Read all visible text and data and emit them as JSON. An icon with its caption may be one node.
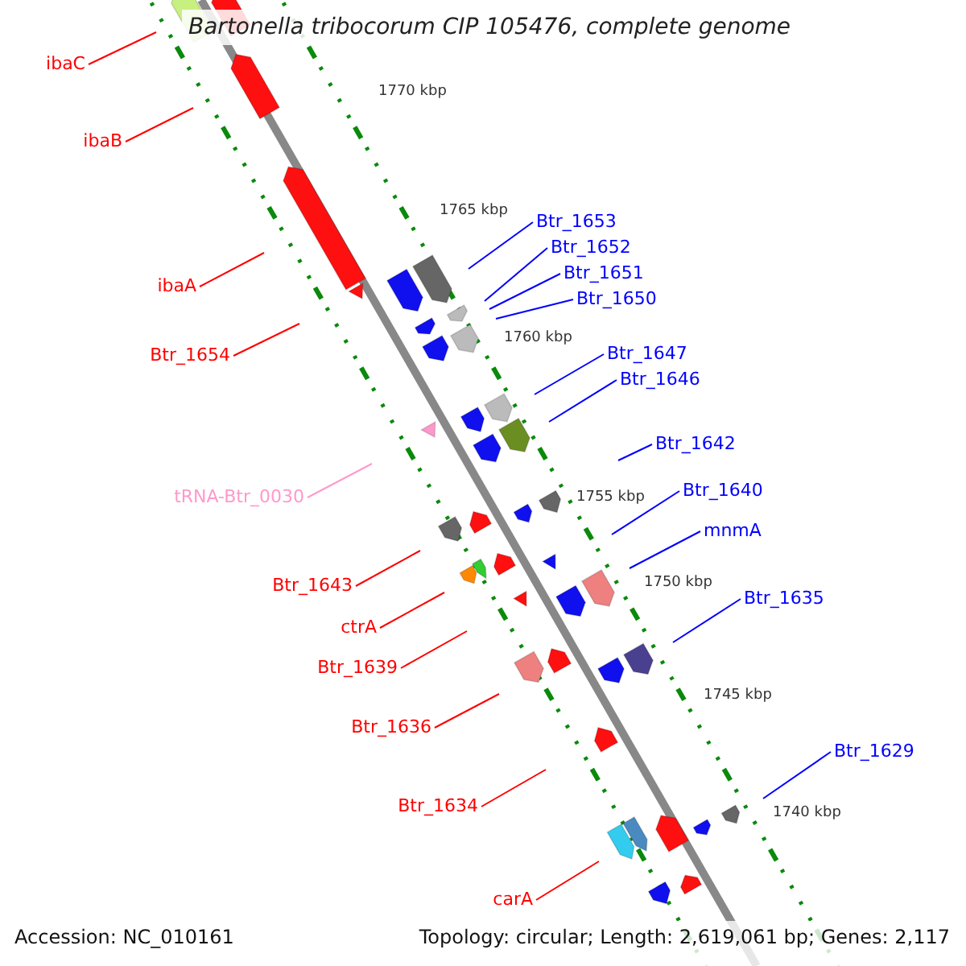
{
  "diagram": {
    "title": "Bartonella tribocorum CIP 105476, complete genome",
    "nodes": [
      {
        "text": [
          "ibaC"
        ]
      },
      {
        "text": [
          "ibaB"
        ]
      },
      {
        "text": [
          "Btr_1653"
        ]
      },
      {
        "text": [
          "Btr_1652"
        ]
      },
      {
        "text": [
          "Btr_1651"
        ]
      },
      {
        "text": [
          "ibaA"
        ]
      },
      {
        "text": [
          "Btr_1650"
        ]
      },
      {
        "text": [
          "Btr_1647"
        ]
      },
      {
        "text": [
          "Btr_1654"
        ]
      },
      {
        "text": [
          "Btr_1646"
        ]
      },
      {
        "text": [
          "Btr_1642"
        ]
      },
      {
        "text": [
          "Btr_1640"
        ]
      },
      {
        "text": [
          "tRNA-Btr_0030"
        ]
      },
      {
        "text": [
          "mnmA"
        ]
      },
      {
        "text": [
          "Btr_1643"
        ]
      },
      {
        "text": [
          "Btr_1635"
        ]
      },
      {
        "text": [
          "ctrA"
        ]
      },
      {
        "text": [
          "Btr_1639"
        ]
      },
      {
        "text": [
          "Btr_1636"
        ]
      },
      {
        "text": [
          "Btr_1629"
        ]
      },
      {
        "text": [
          "Btr_1634"
        ]
      },
      {
        "text": [
          "carA"
        ]
      }
    ],
    "edges": [
      {
        "from": 0,
        "to": null,
        "arrow": "none",
        "color": "#ff0000"
      },
      {
        "from": 1,
        "to": null,
        "arrow": "none",
        "color": "#ff0000"
      },
      {
        "from": 2,
        "to": null,
        "arrow": "none",
        "color": "#0000ff"
      },
      {
        "from": 3,
        "to": null,
        "arrow": "none",
        "color": "#0000ff"
      },
      {
        "from": 4,
        "to": null,
        "arrow": "none",
        "color": "#0000ff"
      },
      {
        "from": 5,
        "to": null,
        "arrow": "none",
        "color": "#ff0000"
      },
      {
        "from": 6,
        "to": null,
        "arrow": "none",
        "color": "#0000ff"
      },
      {
        "from": 7,
        "to": null,
        "arrow": "none",
        "color": "#0000ff"
      },
      {
        "from": 8,
        "to": null,
        "arrow": "none",
        "color": "#ff0000"
      },
      {
        "from": 9,
        "to": null,
        "arrow": "none",
        "color": "#0000ff"
      },
      {
        "from": 10,
        "to": null,
        "arrow": "none",
        "color": "#0000ff"
      },
      {
        "from": 11,
        "to": null,
        "arrow": "none",
        "color": "#0000ff"
      },
      {
        "from": 12,
        "to": null,
        "arrow": "none",
        "color": "#ff99cc"
      },
      {
        "from": 13,
        "to": null,
        "arrow": "none",
        "color": "#0000ff"
      },
      {
        "from": 14,
        "to": null,
        "arrow": "none",
        "color": "#ff0000"
      },
      {
        "from": 15,
        "to": null,
        "arrow": "none",
        "color": "#0000ff"
      },
      {
        "from": 16,
        "to": null,
        "arrow": "none",
        "color": "#ff0000"
      },
      {
        "from": 17,
        "to": null,
        "arrow": "none",
        "color": "#ff0000"
      },
      {
        "from": 18,
        "to": null,
        "arrow": "none",
        "color": "#ff0000"
      },
      {
        "from": 19,
        "to": null,
        "arrow": "none",
        "color": "#0000ff"
      },
      {
        "from": 20,
        "to": null,
        "arrow": "none",
        "color": "#ff0000"
      },
      {
        "from": 21,
        "to": null,
        "arrow": "none",
        "color": "#ff0000"
      }
    ],
    "labels": [
      "1770 kbp",
      "1765 kbp",
      "1760 kbp",
      "1755 kbp",
      "1750 kbp",
      "1745 kbp",
      "1740 kbp",
      "Accession: NC_010161",
      "Topology: circular; Length: 2,619,061 bp; Genes: 2,117"
    ]
  }
}
